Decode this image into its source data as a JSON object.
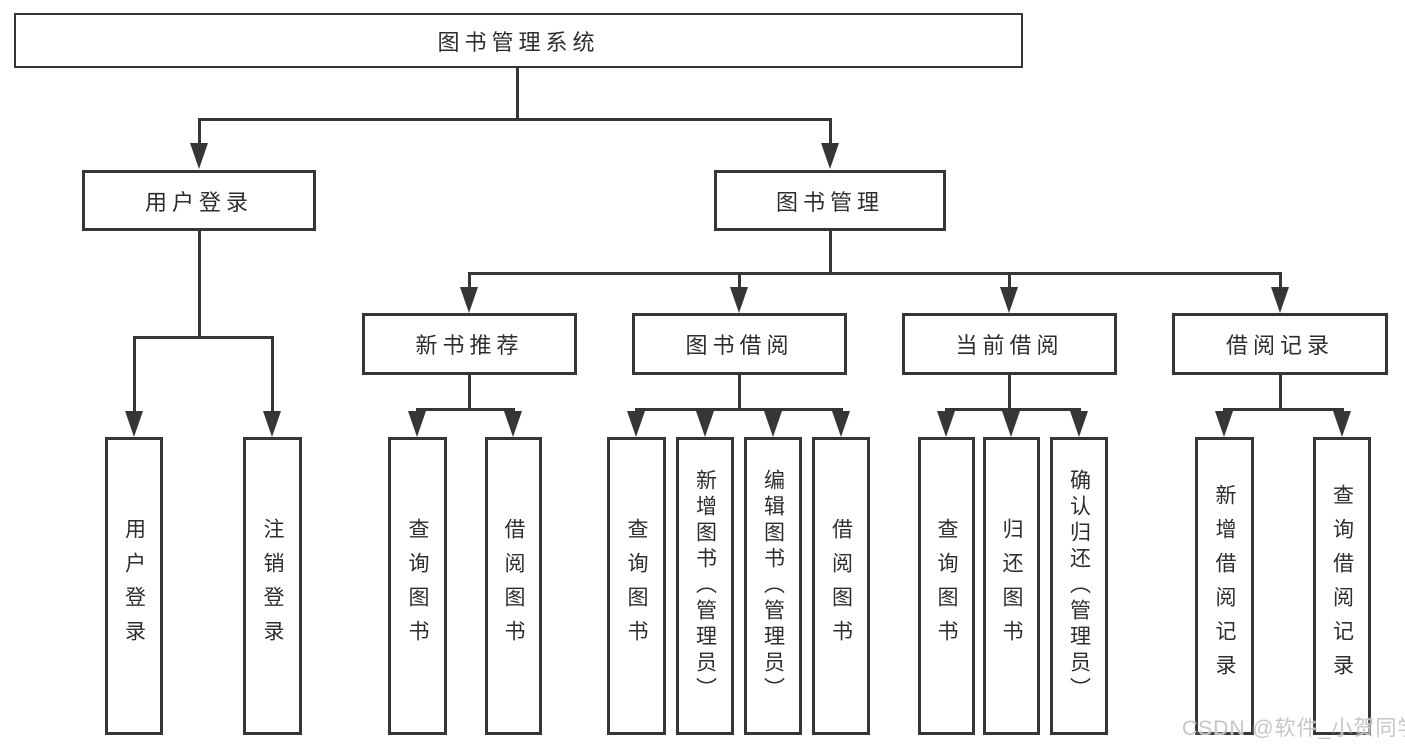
{
  "nodes": {
    "root": "图书管理系统",
    "user_login": "用户登录",
    "book_mgmt": "图书管理",
    "new_book_rec": "新书推荐",
    "book_borrow": "图书借阅",
    "current_borrow": "当前借阅",
    "borrow_record": "借阅记录",
    "leaf_user_login": "用户登录",
    "leaf_logout": "注销登录",
    "leaf_query_book_a": "查询图书",
    "leaf_borrow_book_a": "借阅图书",
    "leaf_query_book_b": "查询图书",
    "leaf_add_book": "新增图书（管理员）",
    "leaf_edit_book": "编辑图书（管理员）",
    "leaf_borrow_book_b": "借阅图书",
    "leaf_query_book_c": "查询图书",
    "leaf_return_book": "归还图书",
    "leaf_confirm_return": "确认归还（管理员）",
    "leaf_add_record": "新增借阅记录",
    "leaf_query_record": "查询借阅记录"
  },
  "watermark": "CSDN @软件_小贺同学",
  "colors": {
    "line": "#363636",
    "text": "#2e2e2e",
    "watermark": "#c6c6c6",
    "background": "#ffffff"
  }
}
